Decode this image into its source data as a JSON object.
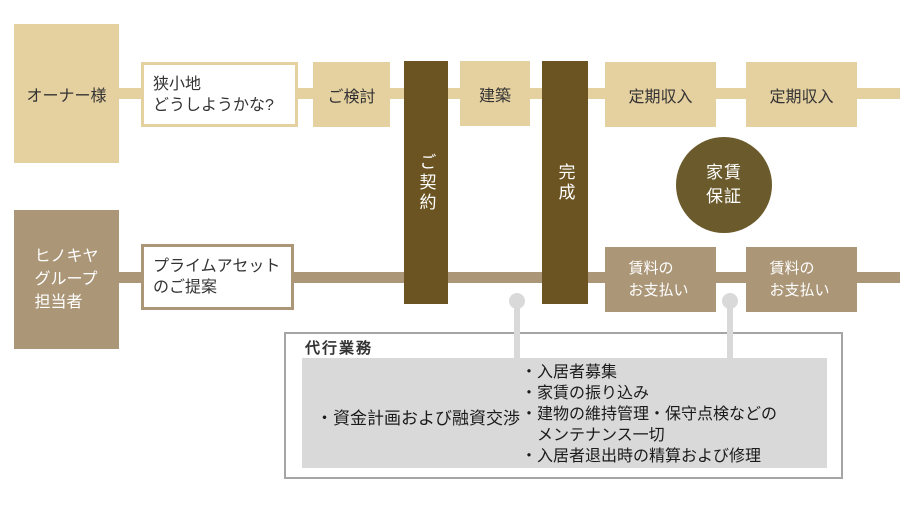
{
  "diagram": {
    "owner": {
      "label": "オーナー様"
    },
    "staff": {
      "line1": "ヒノキヤ",
      "line2": "グループ",
      "line3": "担当者"
    },
    "thought": {
      "line1": "狭小地",
      "line2": "どうしようかな?"
    },
    "steps": {
      "consider": "ご検討",
      "contract": "ご契約",
      "build": "建築",
      "complete": "完成",
      "income1": "定期収入",
      "income2": "定期収入"
    },
    "guarantee": {
      "line1": "家賃",
      "line2": "保証"
    },
    "proposal": {
      "line1": "プライムアセット",
      "line2": "のご提案"
    },
    "rent1": {
      "line1": "賃料の",
      "line2": "お支払い"
    },
    "rent2": {
      "line1": "賃料の",
      "line2": "お支払い"
    },
    "agency": {
      "title": "代行業務",
      "left_item": "・資金計画および融資交渉",
      "right_items": [
        "・入居者募集",
        "・家賃の振り込み",
        "・建物の維持管理・保守点検などの",
        "　メンテナンス一切",
        "・入居者退出時の精算および修理"
      ]
    },
    "colors": {
      "beige": "#e5d0a0",
      "taupe": "#ab9677",
      "brown": "#6b5322",
      "olive": "#6b5a2b",
      "gray_panel": "#d9d9d9",
      "connector": "#d9d9d9",
      "frame_border": "#a5a5a5",
      "text_dark": "#333333",
      "text_light": "#ffffff"
    }
  }
}
